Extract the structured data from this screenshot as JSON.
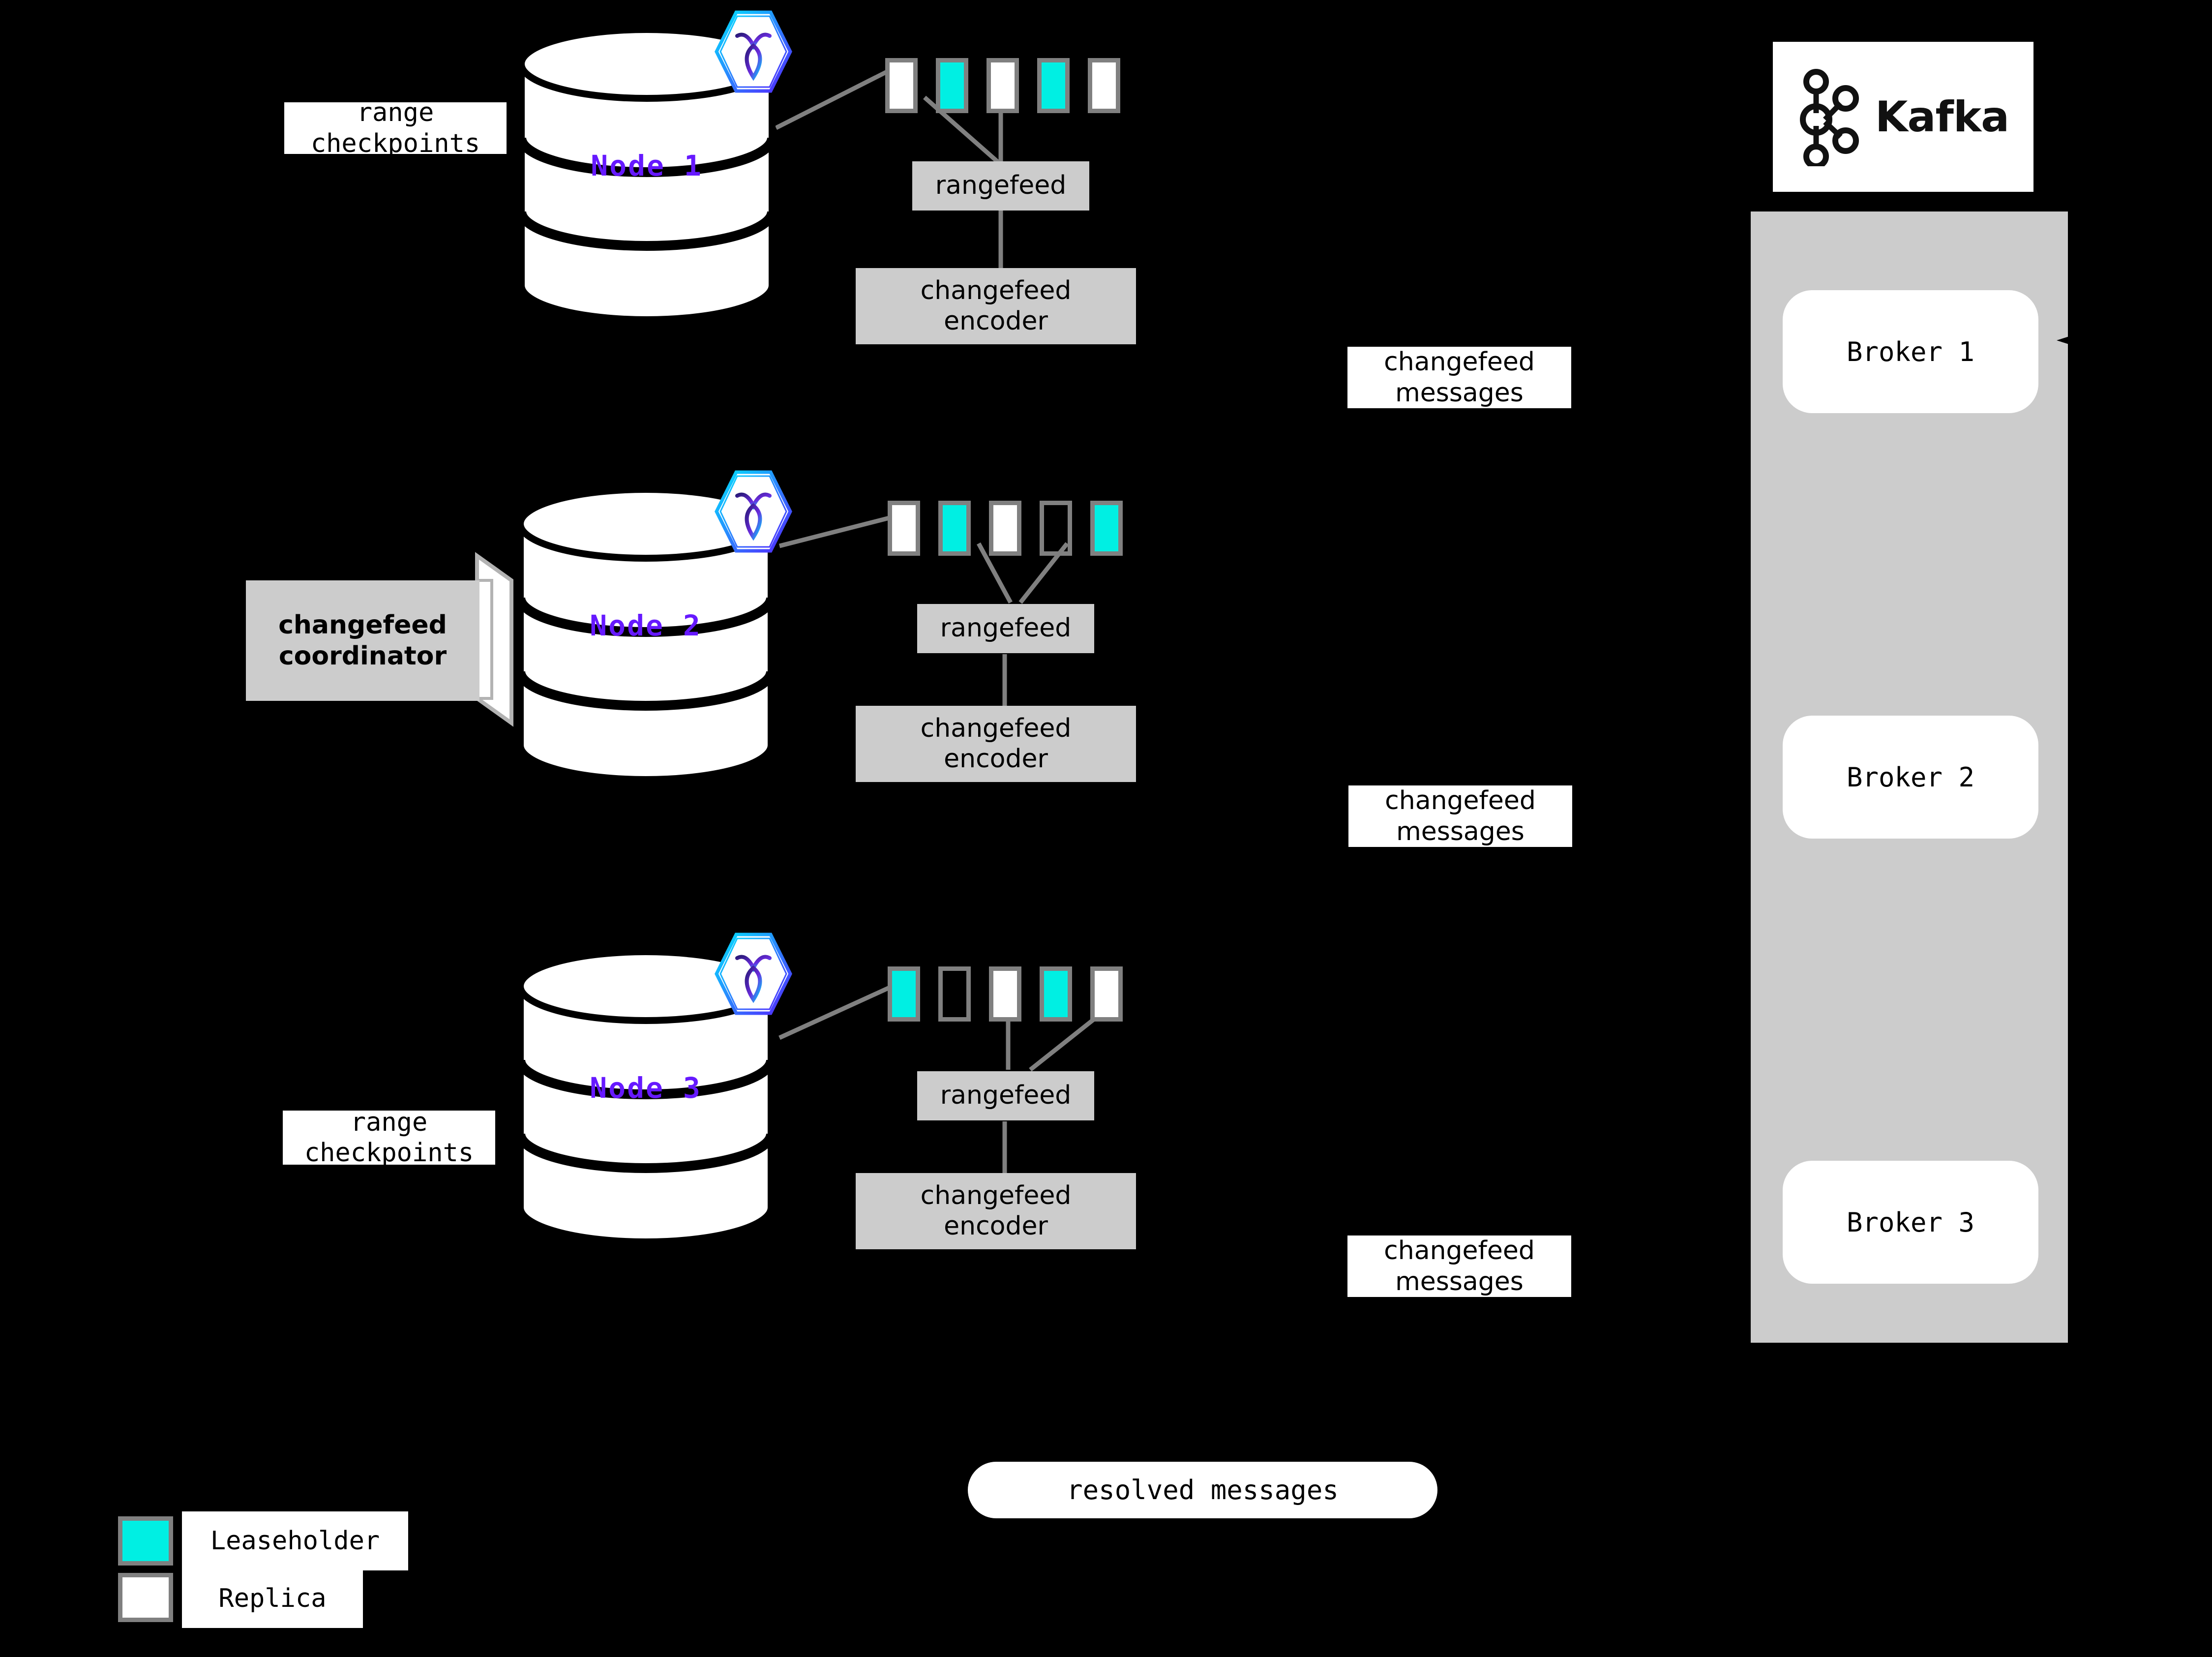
{
  "diagram": {
    "title": "CockroachDB changefeed to Kafka architecture",
    "background_color": "#000000",
    "colors": {
      "leaseholder": "#00efe3",
      "replica": "#ffffff",
      "range_border": "#808080",
      "process_box": "#cccccc",
      "node_label": "#6619ff",
      "connector": "#808080",
      "kafka_panel": "#cccccc"
    }
  },
  "nodes": [
    {
      "id": "node-1",
      "label": "Node 1",
      "logo": "cockroachdb-hex-icon",
      "ranges": [
        "replica",
        "leaseholder",
        "replica",
        "leaseholder",
        "replica"
      ],
      "rangefeed_label": "rangefeed",
      "encoder_label": "changefeed\nencoder",
      "encoder_line1": "changefeed",
      "encoder_line2": "encoder",
      "side_label_line1": "range",
      "side_label_line2": "checkpoints"
    },
    {
      "id": "node-2",
      "label": "Node 2",
      "logo": "cockroachdb-hex-icon",
      "ranges": [
        "replica",
        "leaseholder",
        "replica",
        "empty",
        "leaseholder"
      ],
      "rangefeed_label": "rangefeed",
      "encoder_line1": "changefeed",
      "encoder_line2": "encoder",
      "coordinator_line1": "changefeed",
      "coordinator_line2": "coordinator"
    },
    {
      "id": "node-3",
      "label": "Node 3",
      "logo": "cockroachdb-hex-icon",
      "ranges": [
        "leaseholder",
        "empty",
        "replica",
        "leaseholder",
        "replica"
      ],
      "rangefeed_label": "rangefeed",
      "encoder_line1": "changefeed",
      "encoder_line2": "encoder",
      "side_label_line1": "range",
      "side_label_line2": "checkpoints"
    }
  ],
  "message_labels": [
    {
      "id": "msg-1",
      "line1": "changefeed",
      "line2": "messages"
    },
    {
      "id": "msg-2",
      "line1": "changefeed",
      "line2": "messages"
    },
    {
      "id": "msg-3",
      "line1": "changefeed",
      "line2": "messages"
    }
  ],
  "resolved": {
    "label": "resolved messages"
  },
  "kafka": {
    "logo_text": "Kafka",
    "logo_icon": "kafka-node-graph-icon",
    "brokers": [
      {
        "label": "Broker 1"
      },
      {
        "label": "Broker 2"
      },
      {
        "label": "Broker 3"
      }
    ]
  },
  "legend": {
    "items": [
      {
        "swatch": "leaseholder",
        "label": "Leaseholder"
      },
      {
        "swatch": "replica",
        "label": "Replica"
      }
    ]
  }
}
